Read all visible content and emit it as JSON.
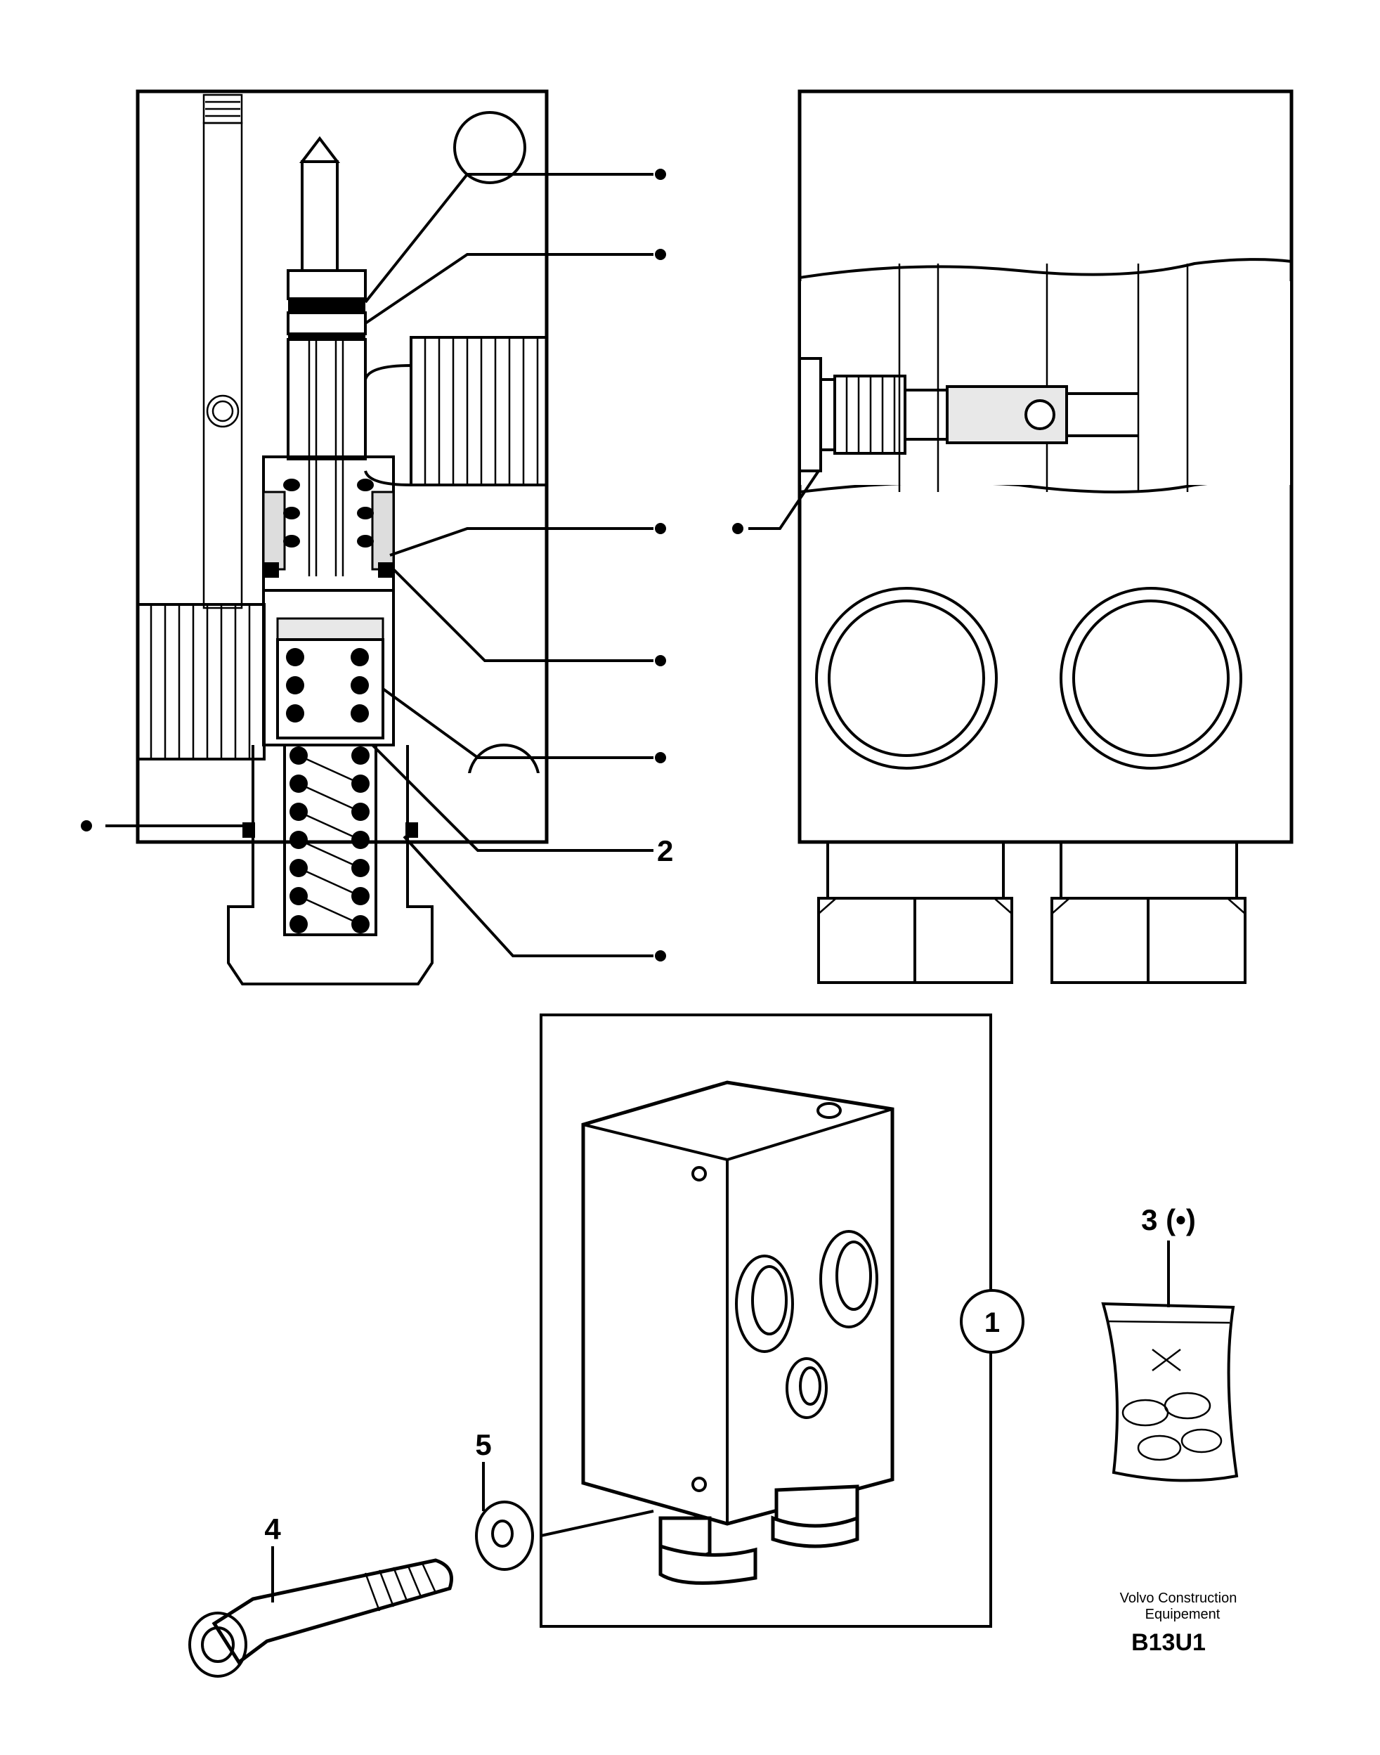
{
  "callouts": {
    "item_1": "1",
    "item_2": "2",
    "item_3": "3 (•)",
    "item_4": "4",
    "item_5": "5"
  },
  "bullet": "•",
  "credit": {
    "line1": "Volvo Construction",
    "line2": "Equipement"
  },
  "drawing_code": "B13U1"
}
